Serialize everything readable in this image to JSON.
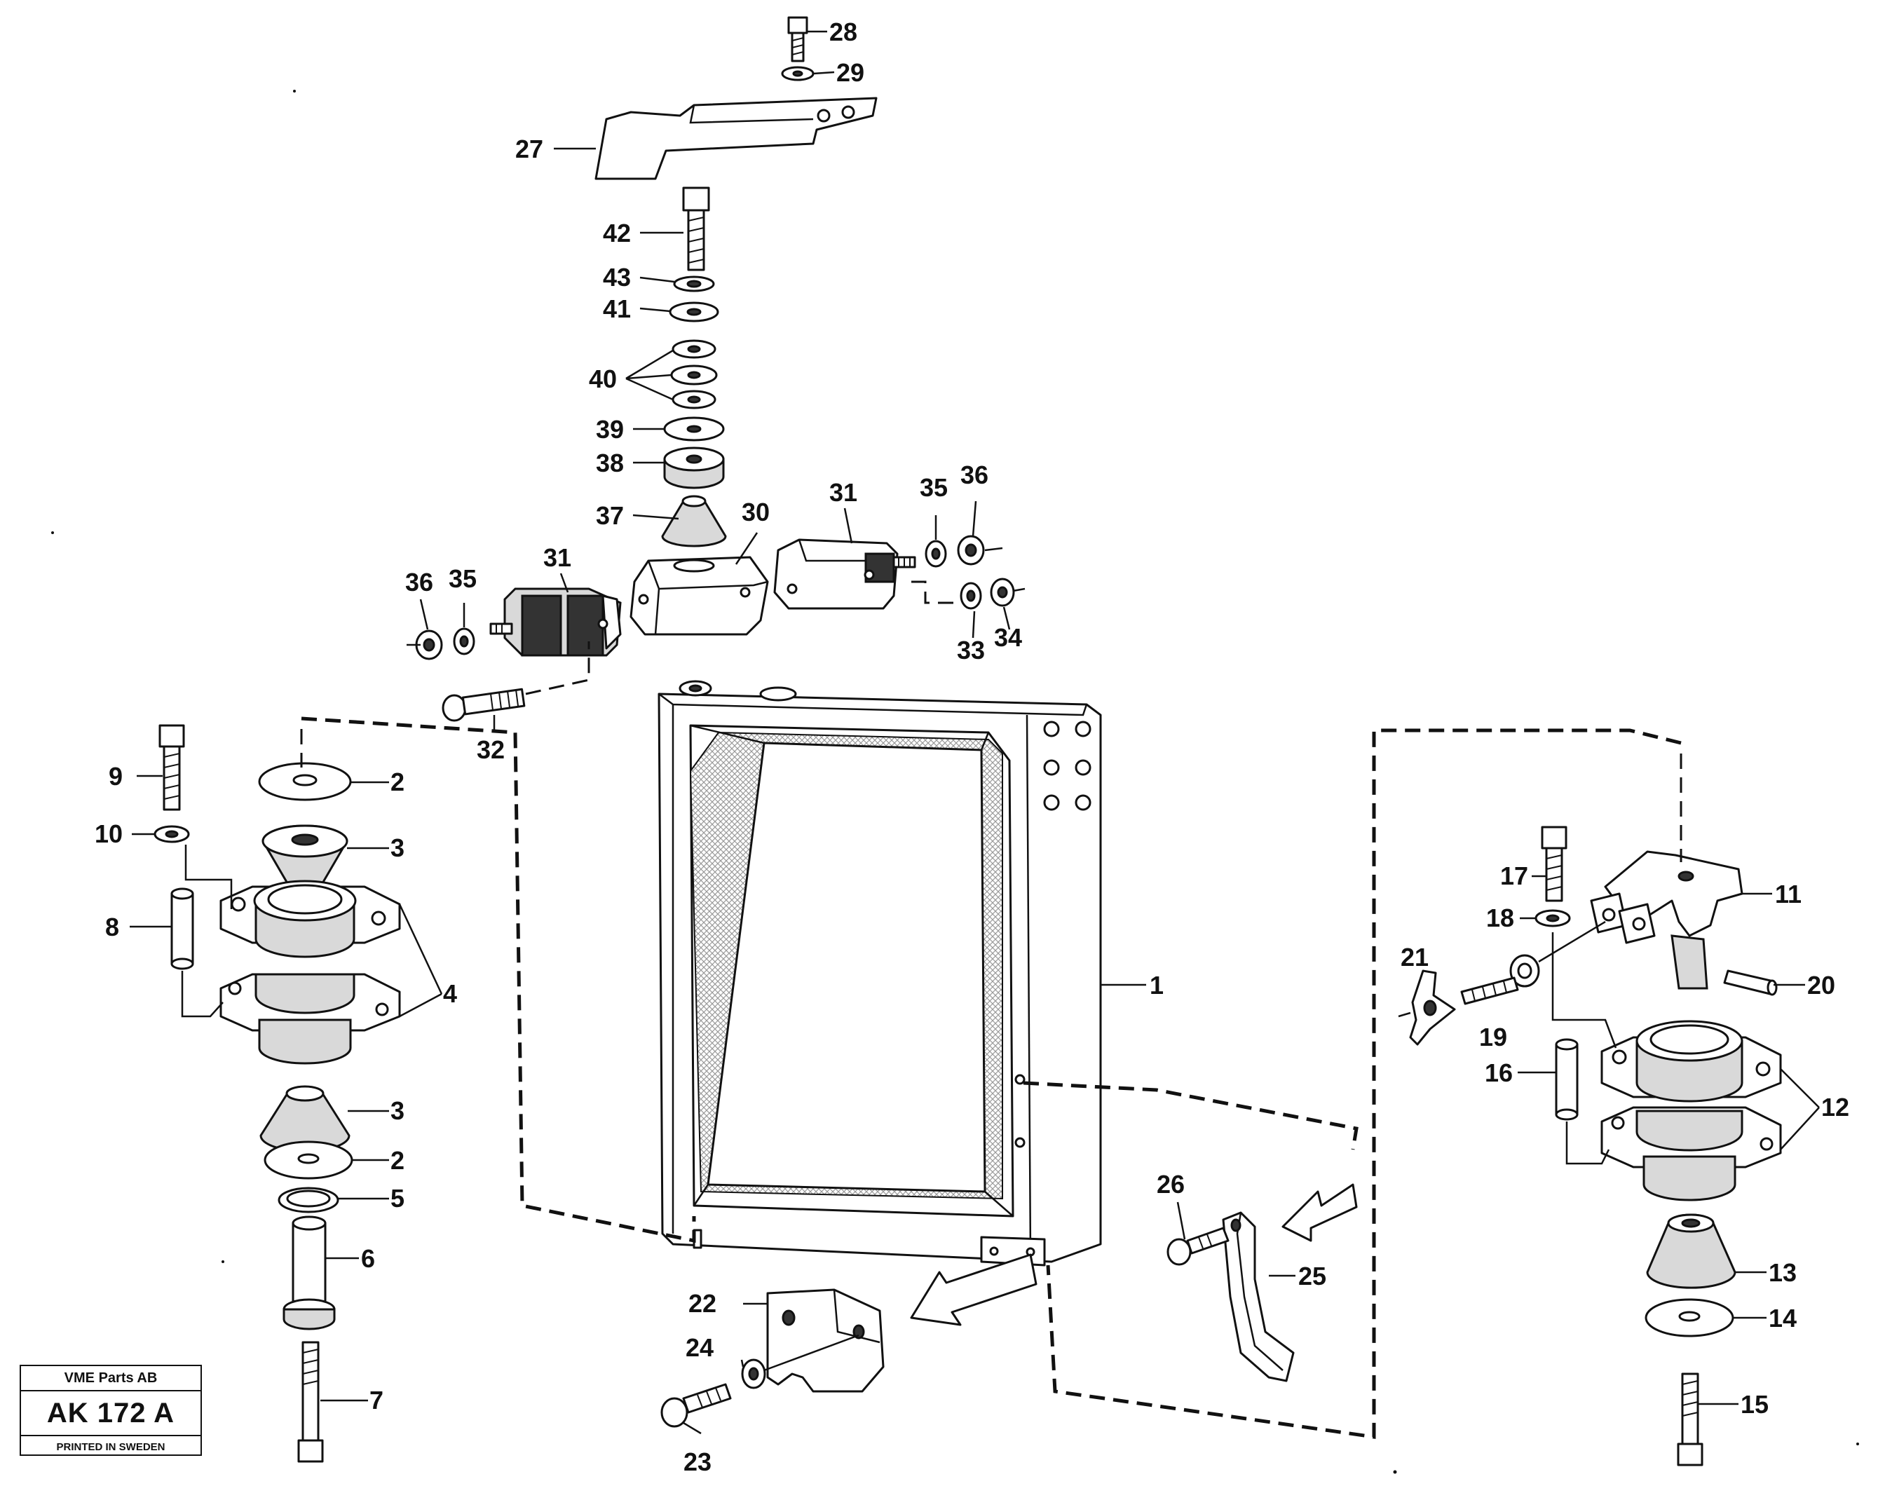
{
  "callouts": [
    "1",
    "2",
    "3",
    "4",
    "5",
    "6",
    "7",
    "8",
    "9",
    "10",
    "11",
    "12",
    "13",
    "14",
    "15",
    "16",
    "17",
    "18",
    "19",
    "20",
    "21",
    "22",
    "23",
    "24",
    "25",
    "26",
    "27",
    "28",
    "29",
    "30",
    "31",
    "32",
    "33",
    "34",
    "35",
    "36",
    "37",
    "38",
    "39",
    "40",
    "41",
    "42",
    "43"
  ],
  "stamp": {
    "company": "VME Parts AB",
    "code": "AK 172 A",
    "printed": "PRINTED IN SWEDEN"
  },
  "colors": {
    "ink": "#111111",
    "paper": "#ffffff",
    "mesh": "#bfbfbf"
  }
}
